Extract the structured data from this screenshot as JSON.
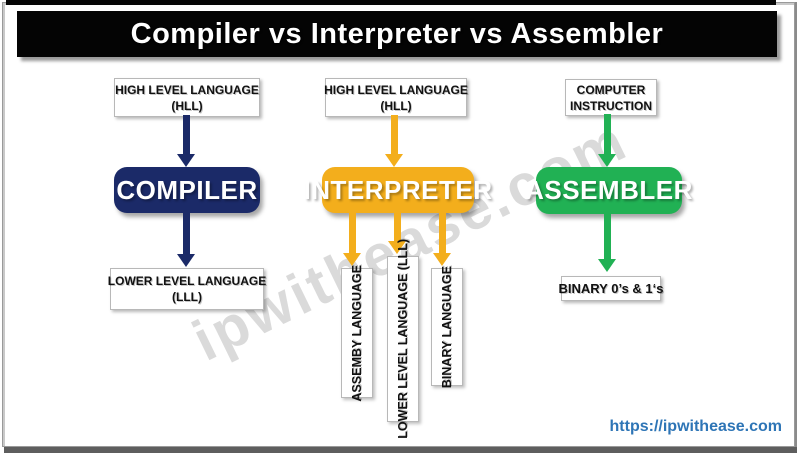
{
  "title": "Compiler vs Interpreter vs Assembler",
  "watermark": "ipwithease.com",
  "footer": {
    "url": "https://ipwithease.com"
  },
  "colors": {
    "compiler_navy": "#1B2A68",
    "interpreter_gold": "#F3AE1C",
    "assembler_green": "#21B154",
    "link_blue": "#2E75B6"
  },
  "columns": [
    {
      "id": "compiler",
      "input": {
        "line1": "HIGH LEVEL LANGUAGE",
        "line2": "(HLL)"
      },
      "process": "COMPILER",
      "output": {
        "line1": "LOWER LEVEL LANGUAGE",
        "line2": "(LLL)"
      }
    },
    {
      "id": "interpreter",
      "input": {
        "line1": "HIGH LEVEL LANGUAGE",
        "line2": "(HLL)"
      },
      "process": "INTERPRETER",
      "outputs": [
        "ASSEMBY LANGUAGE",
        "LOWER LEVEL LANGUAGE (LLL)",
        "BINARY LANGUAGE"
      ]
    },
    {
      "id": "assembler",
      "input": {
        "line1": "COMPUTER",
        "line2": "INSTRUCTION"
      },
      "process": "ASSEMBLER",
      "output": {
        "line1": "BINARY 0’s & 1‘s"
      }
    }
  ]
}
